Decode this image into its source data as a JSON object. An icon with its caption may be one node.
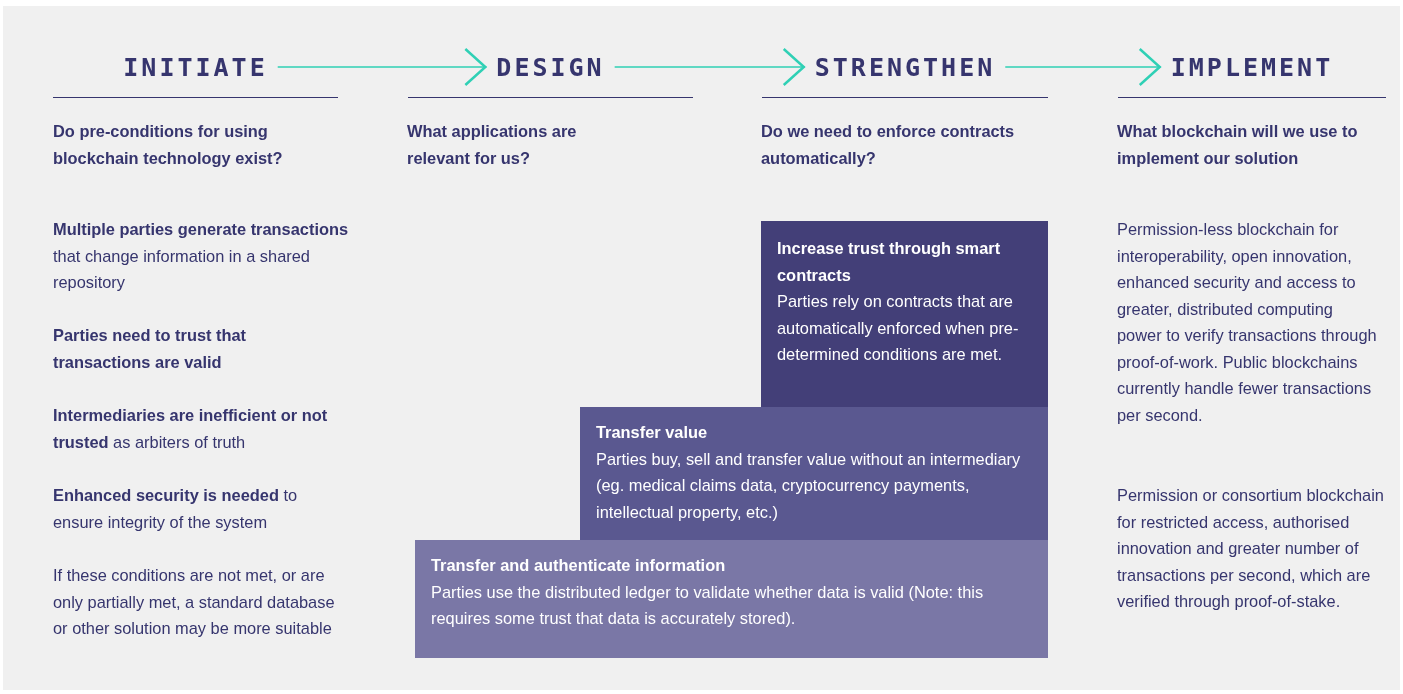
{
  "diagram": {
    "nodes": [
      {
        "text": [
          "INITIATE"
        ]
      },
      {
        "text": [
          "DESIGN"
        ]
      },
      {
        "text": [
          "STRENGTHEN"
        ]
      },
      {
        "text": [
          "IMPLEMENT"
        ]
      },
      {
        "text": [
          "Increase trust through smart contracts",
          "Parties rely on contracts that are automatically enforced when pre-determined conditions are met."
        ]
      },
      {
        "text": [
          "Transfer value",
          "Parties buy, sell and transfer value without an intermediary (eg. medical claims data, cryptocurrency payments, intellectual property, etc.)"
        ]
      },
      {
        "text": [
          "Transfer and authenticate information",
          "Parties use the distributed ledger to validate whether data is valid (Note: this requires some trust that data is accurately stored)."
        ]
      }
    ],
    "edges": [
      {
        "from": 0,
        "to": 1,
        "arrow": "to"
      },
      {
        "from": 1,
        "to": 2,
        "arrow": "to"
      },
      {
        "from": 2,
        "to": 3,
        "arrow": "to"
      }
    ],
    "labels": [
      "Do pre-conditions for using blockchain technology exist?",
      "What applications are relevant for us?",
      "Do we need to enforce contracts automatically?",
      "What blockchain will we use to implement our solution",
      "**Multiple parties generate transactions** that change information in a shared repository",
      "Parties need to trust that transactions are valid",
      "**Intermediaries are inefficient or not trusted** as arbiters of truth",
      "**Enhanced security is needed** to ensure integrity of the system",
      "If these conditions are not met, or are only partially met, a standard database or other solution may be more suitable",
      "Permission-less blockchain for interoperability, open innovation, enhanced security and access to greater, distributed computing power to verify transactions through proof-of-work. Public blockchains currently handle fewer transactions per second.",
      "Permission or consortium blockchain for restricted access, authorised innovation and greater number of transactions per second, which are verified through proof-of-stake."
    ]
  }
}
